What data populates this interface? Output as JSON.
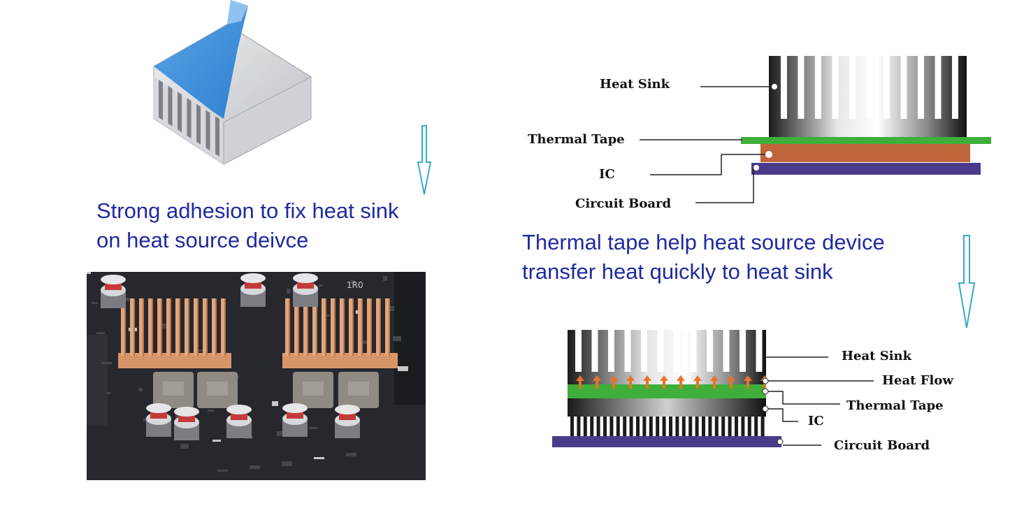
{
  "left": {
    "caption_line1": "Strong adhesion to fix heat sink",
    "caption_line2": "on heat source deivce",
    "board_marking": "1R0"
  },
  "right": {
    "caption_line1": "Thermal tape help heat source device",
    "caption_line2": "transfer heat quickly to heat sink"
  },
  "top_diagram": {
    "labels": {
      "heat_sink": "Heat Sink",
      "thermal_tape": "Thermal Tape",
      "ic": "IC",
      "circuit_board": "Circuit Board"
    }
  },
  "bottom_diagram": {
    "labels": {
      "heat_sink": "Heat Sink",
      "heat_flow": "Heat Flow",
      "thermal_tape": "Thermal Tape",
      "ic": "IC",
      "circuit_board": "Circuit Board"
    }
  },
  "colors": {
    "caption": "#1f2a9e",
    "arrow": "#3aa7c8",
    "tape_green": "#3fae3a",
    "ic_orange": "#c0653a",
    "board_purple": "#4a3b8a",
    "copper": "#d9956a",
    "heat_arrow": "#e8732a"
  }
}
